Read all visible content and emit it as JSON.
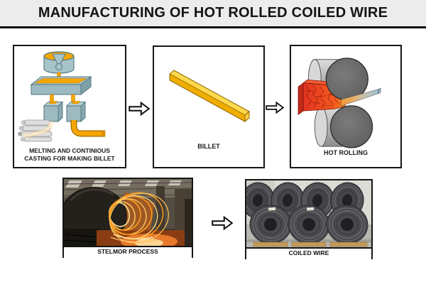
{
  "title": "MANUFACTURING OF HOT ROLLED COILED WIRE",
  "steps": {
    "casting": {
      "label": "MELTING AND CONTINIOUS CASTING FOR MAKING BILLET"
    },
    "billet": {
      "label": "BILLET"
    },
    "hot_rolling": {
      "label": "HOT ROLLING"
    },
    "stelmor": {
      "label": "STELMOR PROCESS"
    },
    "coiled_wire": {
      "label": "COILED WIRE"
    }
  },
  "icons": {
    "flow_arrow": "right-block-arrow"
  },
  "colors": {
    "header_bg": "#ececec",
    "box_border": "#161616",
    "machine_teal": "#a7c4c9",
    "molten_orange": "#f7a600",
    "billet_yellow": "#ffd84d",
    "hot_red": "#e23420",
    "roller_gray": "#6e6e6e",
    "coil_glow_orange": "#ff9d1e"
  }
}
